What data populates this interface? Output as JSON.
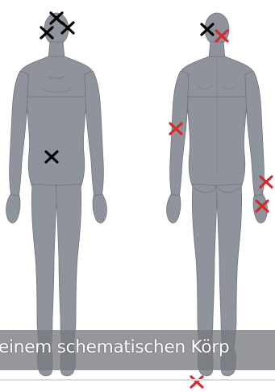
{
  "caption": {
    "text": "einem schematischen Körp"
  },
  "colors": {
    "body_fill": "#8f939c",
    "body_outline": "#6f737b",
    "marker_black": "#000000",
    "marker_red": "#d62a2a",
    "caption_band": "#787a80",
    "caption_text": "#ffffff"
  },
  "figures": [
    {
      "name": "front-view"
    },
    {
      "name": "back-view"
    }
  ],
  "markers": [
    {
      "view": "front",
      "location": "head",
      "color": "black"
    },
    {
      "view": "front",
      "location": "head",
      "color": "black"
    },
    {
      "view": "front",
      "location": "head",
      "color": "black"
    },
    {
      "view": "front",
      "location": "abdomen",
      "color": "black"
    },
    {
      "view": "back",
      "location": "head",
      "color": "black"
    },
    {
      "view": "back",
      "location": "head",
      "color": "red"
    },
    {
      "view": "back",
      "location": "upper-arm",
      "color": "red"
    },
    {
      "view": "back",
      "location": "forearm",
      "color": "red"
    },
    {
      "view": "back",
      "location": "forearm",
      "color": "red"
    },
    {
      "view": "back",
      "location": "foot",
      "color": "red"
    }
  ]
}
